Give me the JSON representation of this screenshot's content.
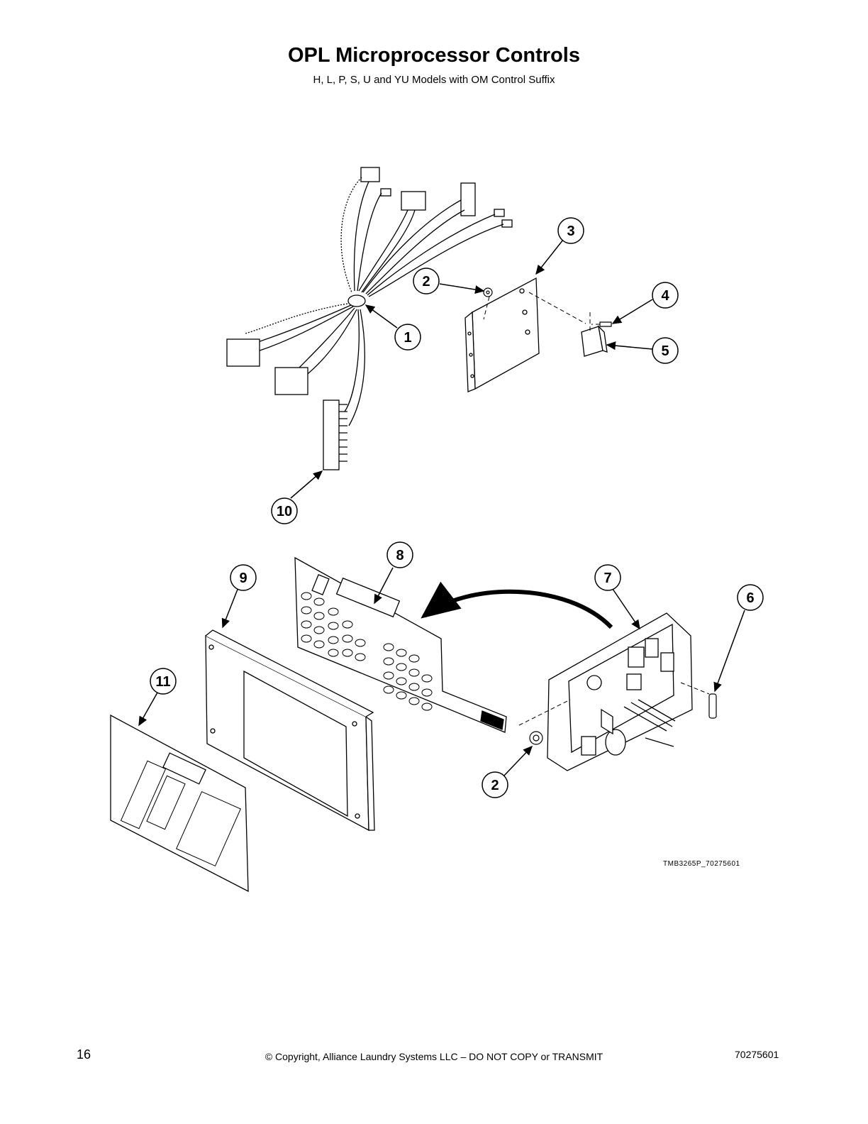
{
  "header": {
    "title": "OPL Microprocessor Controls",
    "subtitle": "H, L, P, S, U and YU Models with OM Control Suffix"
  },
  "callouts": [
    "1",
    "2",
    "3",
    "4",
    "5",
    "10",
    "8",
    "9",
    "7",
    "6",
    "11",
    "2"
  ],
  "figure_code": "TMB3265P_70275601",
  "footer": {
    "page_number": "16",
    "copyright": "© Copyright, Alliance Laundry Systems LLC – DO NOT COPY or TRANSMIT",
    "document_number": "70275601"
  }
}
